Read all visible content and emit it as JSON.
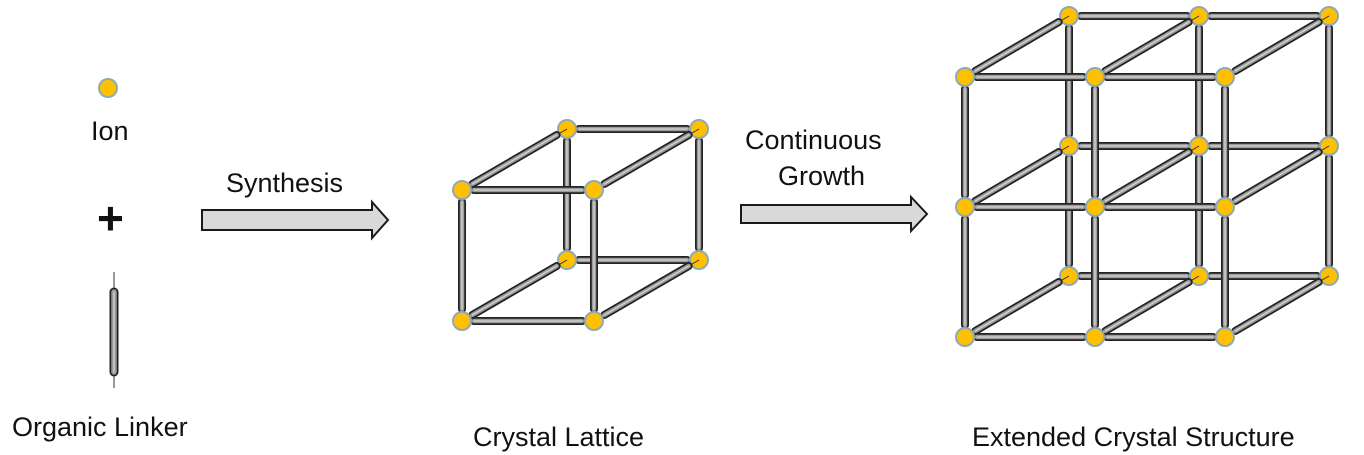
{
  "labels": {
    "ion": "Ion",
    "plus": "+",
    "organic_linker": "Organic Linker",
    "synthesis": "Synthesis",
    "crystal_lattice": "Crystal Lattice",
    "continuous_growth_line1": "Continuous",
    "continuous_growth_line2": "Growth",
    "extended_crystal_structure": "Extended Crystal Structure"
  },
  "colors": {
    "ion_fill": "#FFC000",
    "ion_stroke": "#8EA9B8",
    "linker_fill": "#9A9A9A",
    "linker_stroke": "#222222",
    "arrow_fill": "#D9D9D9",
    "arrow_stroke": "#1a1a1a"
  }
}
